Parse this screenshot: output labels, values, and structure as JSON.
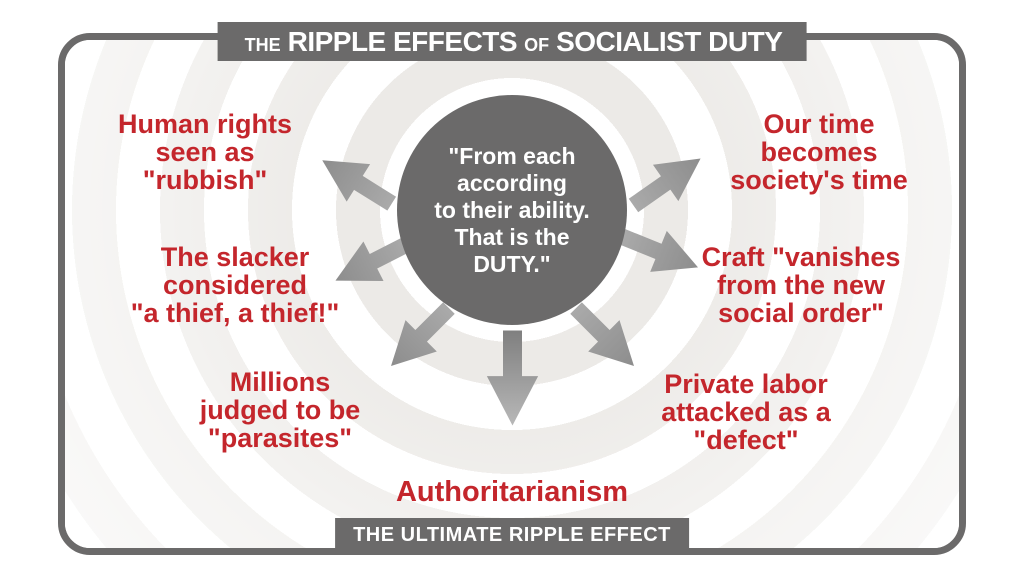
{
  "colors": {
    "accent_red": "#c4262c",
    "dark_gray": "#6b6a6a",
    "ripple_gray": "#eceae7",
    "background": "#ffffff"
  },
  "title": {
    "the": "THE",
    "part1": "RIPPLE EFFECTS",
    "of": "OF",
    "part2": "SOCIALIST DUTY"
  },
  "center_quote": [
    "\"From each",
    "according",
    "to their ability.",
    "That is the",
    "DUTY.\""
  ],
  "effects": {
    "top_left": [
      "Human rights",
      "seen as",
      "\"rubbish\""
    ],
    "mid_left": [
      "The slacker",
      "considered",
      "\"a thief, a thief!\""
    ],
    "bottom_left": [
      "Millions",
      "judged to be",
      "\"parasites\""
    ],
    "top_right": [
      "Our time",
      "becomes",
      "society's time"
    ],
    "mid_right": [
      "Craft \"vanishes",
      "from the new",
      "social order\""
    ],
    "bottom_right": [
      "Private labor",
      "attacked as a",
      "\"defect\""
    ],
    "bottom_center": "Authoritarianism"
  },
  "footer": {
    "label": "THE ULTIMATE RIPPLE EFFECT"
  }
}
